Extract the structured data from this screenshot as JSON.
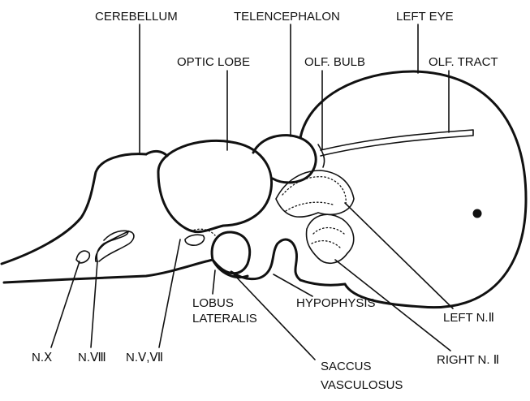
{
  "labels": {
    "cerebellum": "CEREBELLUM",
    "telencephalon": "TELENCEPHALON",
    "left_eye": "LEFT EYE",
    "optic_lobe": "OPTIC LOBE",
    "olf_bulb": "OLF. BULB",
    "olf_tract": "OLF. TRACT",
    "lobus_line1": "LOBUS",
    "lobus_line2": "LATERALIS",
    "hypophysis": "HYPOPHYSIS",
    "left_n2": "LEFT N.Ⅱ",
    "right_n2": "RIGHT N. Ⅱ",
    "saccus_line1": "SACCUS",
    "saccus_line2": "VASCULOSUS",
    "n10": "N.Ⅹ",
    "n8": "N.Ⅷ",
    "n57": "N.Ⅴ,Ⅶ"
  }
}
